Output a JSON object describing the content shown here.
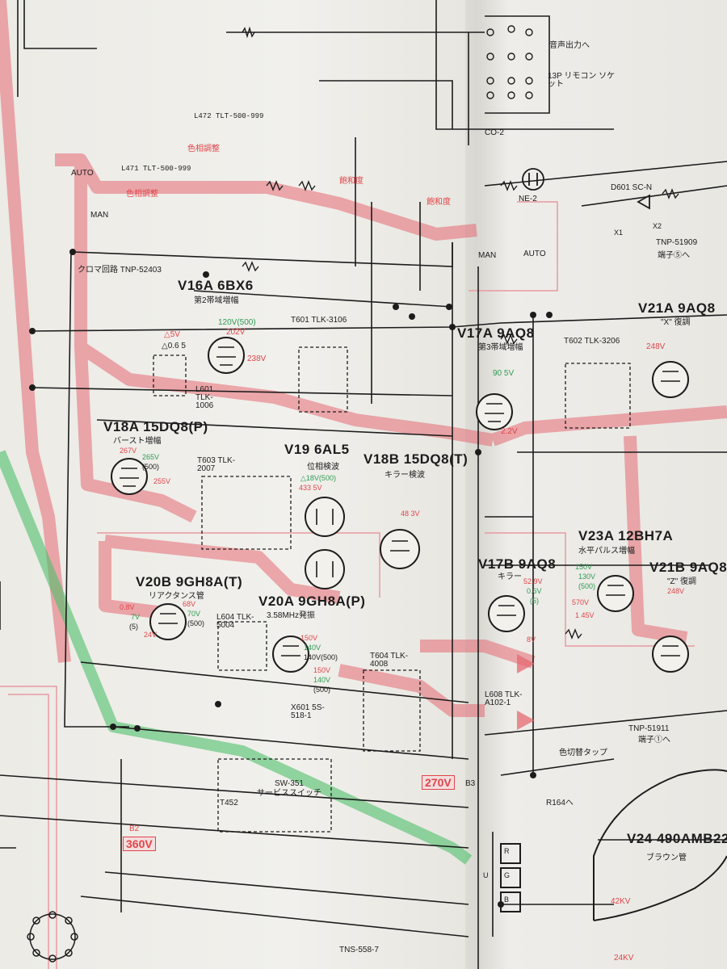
{
  "tubes": {
    "v16a": {
      "label": "V16A 6BX6",
      "desc": "第2帯域増幅",
      "v1": "120V(500)",
      "v2": "202V",
      "v3": "238V",
      "v4": "△5V",
      "v5": "△0.6 5"
    },
    "v17a": {
      "label": "V17A 9AQ8",
      "desc": "第3帯域増幅",
      "v1": "90 5V",
      "v2": "2.2V"
    },
    "v18a": {
      "label": "V18A 15DQ8(P)",
      "desc": "バースト増幅",
      "v1": "267V",
      "v2": "265V",
      "v3": "(500)",
      "v4": "255V"
    },
    "v18b": {
      "label": "V18B 15DQ8(T)",
      "desc": "キラー検波",
      "v1": "48 3V"
    },
    "v19": {
      "label": "V19 6AL5",
      "desc": "位相検波",
      "v1": "△18V(500)",
      "v2": "433 5V"
    },
    "v17b": {
      "label": "V17B 9AQ8",
      "desc": "キラー",
      "v1": "52.9V",
      "v2": "0.6V",
      "v3": "(5)",
      "v4": "8V"
    },
    "v20b": {
      "label": "V20B 9GH8A(T)",
      "desc": "リアクタンス管",
      "v1": "68V",
      "v2": "70V",
      "v3": "(500)",
      "v4": "7V",
      "v5": "(5)",
      "v6": "24V",
      "v7": "0.8V"
    },
    "v20a": {
      "label": "V20A 9GH8A(P)",
      "desc": "3.58MHz発振",
      "v1": "150V",
      "v2": "140V",
      "v3": "140V(500)",
      "v4": "150V",
      "v5": "140V",
      "v6": "(500)"
    },
    "v21a": {
      "label": "V21A 9AQ8",
      "desc": "\"X\" 復調",
      "v1": "248V"
    },
    "v21b": {
      "label": "V21B 9AQ8",
      "desc": "\"Z\" 復調",
      "v1": "248V"
    },
    "v23a": {
      "label": "V23A 12BH7A",
      "desc": "水平パルス増幅",
      "v1": "150V",
      "v2": "130V",
      "v3": "(500)",
      "v4": "570V",
      "v5": "1 45V"
    },
    "v24": {
      "label": "V24 490AMB22",
      "desc": "ブラウン管"
    }
  },
  "transformers": {
    "t601": "T601 TLK-3106",
    "t602": "T602 TLK-3206",
    "t603": "T603 TLK-2007",
    "t604": "T604 TLK-4008",
    "l601": "L601 TLK-1006",
    "l604": "L604 TLK-5004",
    "l608": "L608 TLK-A102-1",
    "l471": "L471 TLT-500-999",
    "l472": "L472 TLT-500-999",
    "x601": "X601 5S-518-1"
  },
  "controls": {
    "auto_top": "AUTO",
    "man": "MAN",
    "hue_adj_1": "色相調整",
    "hue_adj_2": "色相調整",
    "saturation": "飽和度",
    "saturation_2": "飽和度",
    "auto_right": "AUTO",
    "man_right": "MAN",
    "ne2": "NE-2",
    "color_switch": "色切替タップ",
    "service_switch": "サービススイッチ",
    "sw351": "SW-351",
    "t452": "T452"
  },
  "connectors": {
    "audio_out": "音声出力へ",
    "remote_socket": "13P リモコン ソケット",
    "co2": "CO-2",
    "chroma": "クロマ回路 TNP-52403",
    "tnp51909": "TNP-51909",
    "term5": "端子⑤へ",
    "tnp51911": "TNP-51911",
    "term1": "端子①へ",
    "r164": "R164へ",
    "d601": "D601 SC-N",
    "x1": "X1",
    "x2": "X2",
    "b3": "B3",
    "b2": "B2",
    "tnp_bottom": "TNS-558-7"
  },
  "rails": {
    "v270": "270V",
    "v360": "360V"
  },
  "crt": {
    "hv1": "42KV",
    "hv2": "24KV",
    "r_label": "R",
    "g_label": "G",
    "b_label": "B",
    "u_label": "U"
  },
  "colors": {
    "red_highlight": "#e56a73",
    "green_highlight": "#4fbf6a",
    "ink": "#1c1c1c",
    "paper": "#efeee9"
  }
}
